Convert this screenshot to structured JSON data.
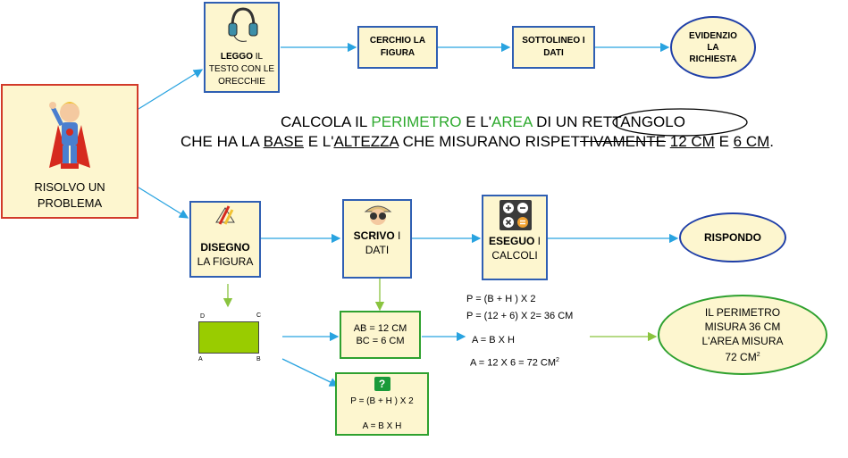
{
  "nodes": {
    "risolvo": "RISOLVO UN PROBLEMA",
    "leggo_bold": "LEGGO",
    "leggo_rest": " IL TESTO CON LE ORECCHIE",
    "cerchio": "CERCHIO LA FIGURA",
    "sottolineo": "SOTTOLINEO I DATI",
    "evidenzio": "EVIDENZIO LA RICHIESTA",
    "disegno_bold": "DISEGNO",
    "disegno_rest": "LA FIGURA",
    "scrivo_bold": "SCRIVO",
    "scrivo_rest": " I DATI",
    "eseguo_bold": "ESEGUO",
    "eseguo_rest": " I CALCOLI",
    "rispondo": "RISPONDO"
  },
  "sentence": {
    "l1_a": "CALCOLA IL ",
    "l1_perimetro": "PERIMETRO",
    "l1_b": " E L'",
    "l1_area": "AREA",
    "l1_c": " DI UN ",
    "l1_rettangolo": "RETTANGOLO",
    "l2_a": "CHE HA LA ",
    "l2_base": "BASE",
    "l2_b": " E L'",
    "l2_altezza": "ALTEZZA",
    "l2_c": " CHE MISURANO RISPET",
    "l2_strike": "TIVAMENTE",
    "l2_d": " ",
    "l2_12": "12 CM",
    "l2_e": " E ",
    "l2_6": " 6 CM",
    "l2_f": "."
  },
  "data_box": {
    "ab": "AB = 12 CM",
    "bc": "BC = 6 CM"
  },
  "formula_box": {
    "icon": "?",
    "perimeter": "P = (B + H ) X 2",
    "area": "A = B X H"
  },
  "calculations": {
    "p1": "P = (B + H ) X 2",
    "p2": "P = (12 + 6) X 2= 36 CM",
    "a1": "A = B X H",
    "a2_main": "A = 12 X 6 = 72 CM",
    "a2_sup": "2"
  },
  "answer": {
    "l1": "IL PERIMETRO",
    "l2": "MISURA 36 CM",
    "l3": "L'AREA MISURA",
    "l4_main": "72 CM",
    "l4_sup": "2"
  },
  "rect_labels": {
    "d": "D",
    "c": "C",
    "a": "A",
    "b": "B"
  },
  "colors": {
    "arrow_blue": "#29a3e0",
    "arrow_green": "#8ac43f",
    "rect_fill": "#99cc00",
    "green_text": "#2faa2f"
  }
}
